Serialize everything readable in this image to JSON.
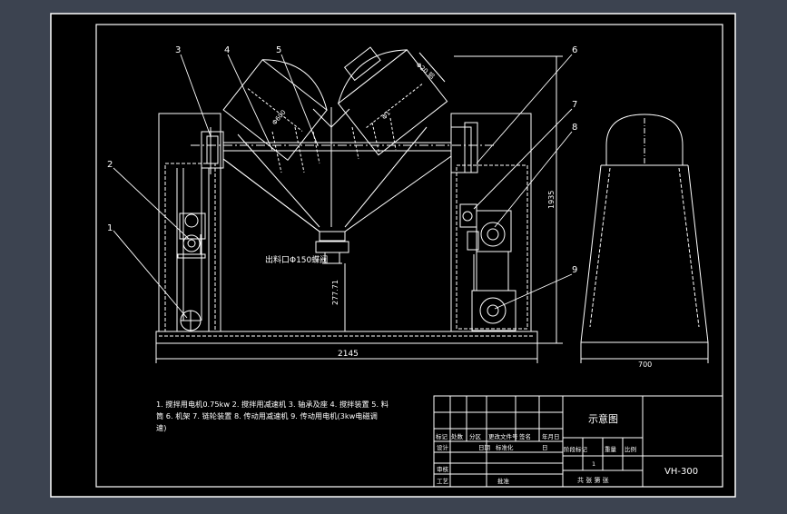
{
  "colors": {
    "background": "#3c4350",
    "paper": "#000000",
    "line": "#ffffff",
    "dashed": "#e8e8e8"
  },
  "leaders": [
    "1",
    "2",
    "3",
    "4",
    "5",
    "6",
    "7",
    "8",
    "9"
  ],
  "dimensions": {
    "width_total": "2145",
    "height_total": "1935",
    "side_width": "700",
    "outlet_height": "277.71",
    "tank_diameter": "Φ600",
    "cap_diameter": "Φ1",
    "cap_label": "Φ20 铝"
  },
  "labels": {
    "outlet": "出料口Φ150蝶阀"
  },
  "notes": {
    "line1": "1. 搅拌用电机0.75kw 2. 搅拌用减速机 3. 轴承及座 4. 搅拌装置 5. 料",
    "line2": "筒 6. 机架 7. 链轮装置 8. 传动用减速机 9. 传动用电机(3kw电磁调",
    "line3": "速)"
  },
  "title_block": {
    "rev_headers": [
      "标记",
      "处数",
      "分区",
      "更改文件号",
      "签名",
      "年月日"
    ],
    "rows": [
      "设计",
      "",
      "审核",
      "",
      "工艺"
    ],
    "sign_row": [
      "",
      "",
      "日期",
      "标准化",
      "",
      "日"
    ],
    "approve": "批准",
    "title": "示意图",
    "stage_headers": [
      "阶段标记",
      "重量",
      "比例"
    ],
    "stage_value": "1",
    "sheet": "共 张 第 张",
    "drawing_no": "VH-300"
  }
}
